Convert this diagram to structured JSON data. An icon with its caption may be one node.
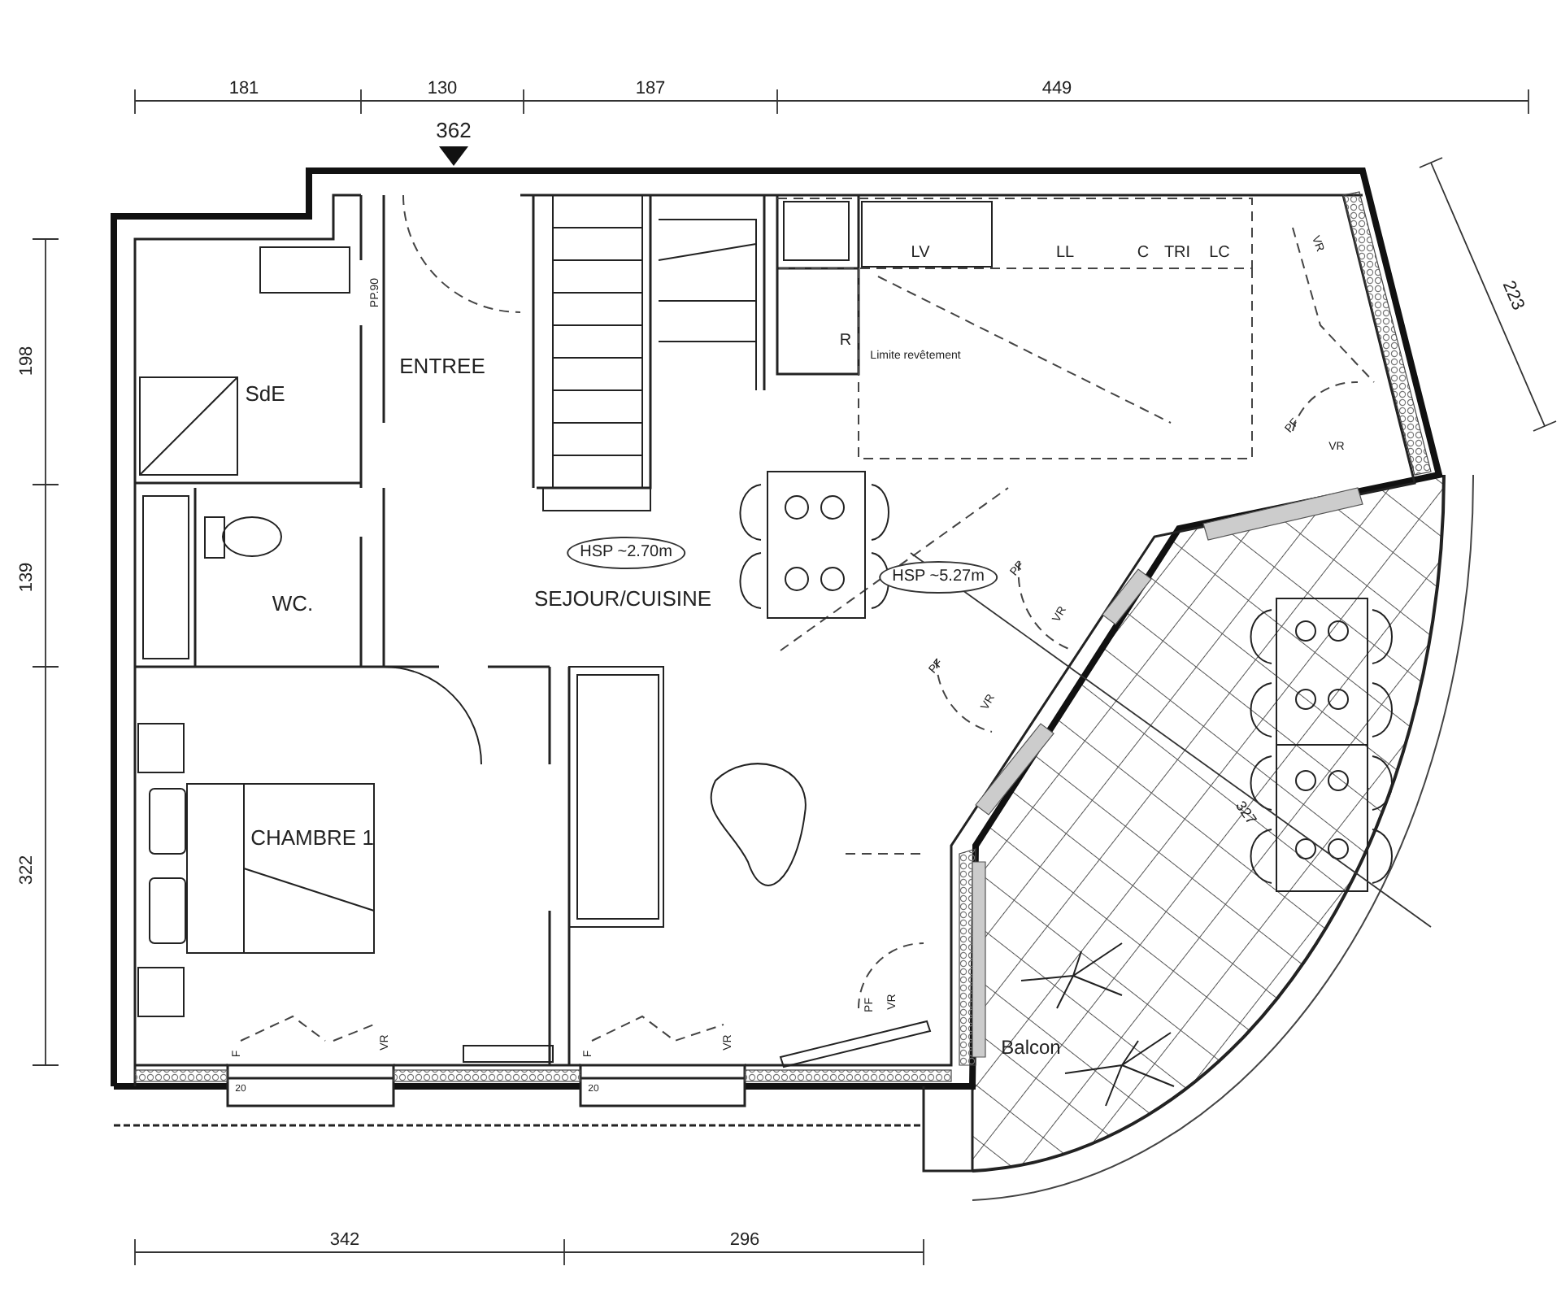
{
  "diagram": {
    "nodes": [
      {
        "text": [
          "HSP ~2.70m"
        ]
      },
      {
        "text": [
          "HSP ~5.27m"
        ]
      }
    ],
    "labels": [
      "181",
      "130",
      "187",
      "449",
      "362",
      "223",
      "198",
      "139",
      "322",
      "PP.90",
      "ENTREE",
      "SdE",
      "LV",
      "LL",
      "C",
      "TRI",
      "LC",
      "R",
      "Limite revêtement",
      "VR",
      "PF",
      "VR",
      "PF",
      "VR",
      "PF",
      "VR",
      "WC.",
      "SEJOUR/CUISINE",
      "CHAMBRE 1",
      "327",
      "F",
      "VR",
      "20",
      "F",
      "VR",
      "20",
      "PF",
      "VR",
      "Balcon",
      "342",
      "296"
    ]
  }
}
